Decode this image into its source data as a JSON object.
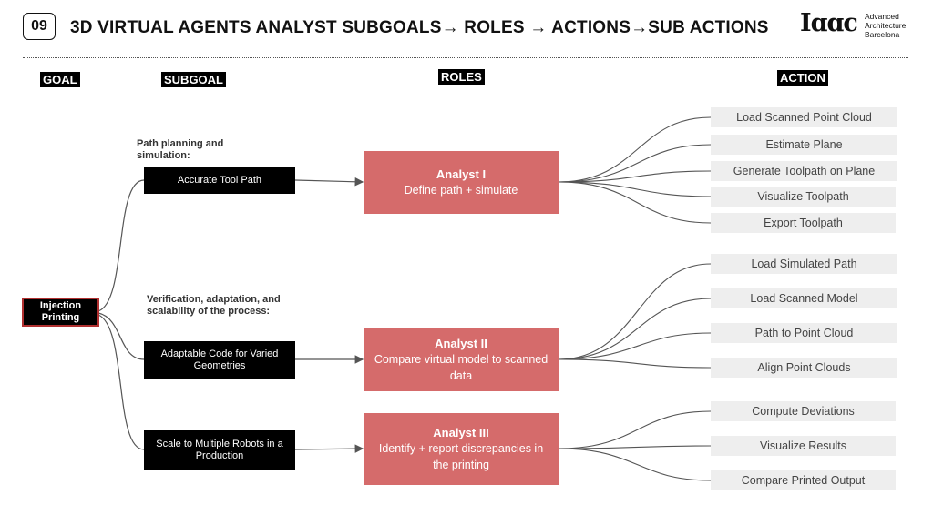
{
  "header": {
    "slide_number": "09",
    "title": "3D VIRTUAL AGENTS ANALYST SUBGOALS→ ROLES → ACTIONS→SUB ACTIONS",
    "logo_mark": "Iɑɑc",
    "logo_lines": [
      "Advanced",
      "Architecture",
      "Barcelona"
    ]
  },
  "columns": {
    "goal": "GOAL",
    "subgoal": "SUBGOAL",
    "roles": "ROLES",
    "action": "ACTION"
  },
  "goal": "Injection Printing",
  "subgoals": [
    {
      "caption": "Path planning and simulation:",
      "label": "Accurate Tool Path"
    },
    {
      "caption": "Verification, adaptation, and scalability of the process:",
      "label": "Adaptable Code for Varied Geometries"
    },
    {
      "caption": "",
      "label": "Scale to Multiple Robots in a Production"
    }
  ],
  "roles": [
    {
      "name": "Analyst I",
      "description": "Define path + simulate"
    },
    {
      "name": "Analyst II",
      "description": "Compare virtual model to scanned data"
    },
    {
      "name": "Analyst III",
      "description": "Identify + report discrepancies in the printing"
    }
  ],
  "actions": [
    [
      "Load Scanned Point Cloud",
      "Estimate Plane",
      "Generate Toolpath on Plane",
      "Visualize Toolpath",
      "Export Toolpath"
    ],
    [
      "Load Simulated Path",
      "Load Scanned Model",
      "Path to Point Cloud",
      "Align Point Clouds"
    ],
    [
      "Compute Deviations",
      "Visualize Results",
      "Compare Printed Output"
    ]
  ],
  "colors": {
    "role_fill": "#d56b6b",
    "goal_border": "#b03030",
    "action_fill": "#eeeeee",
    "connector": "#555555"
  }
}
